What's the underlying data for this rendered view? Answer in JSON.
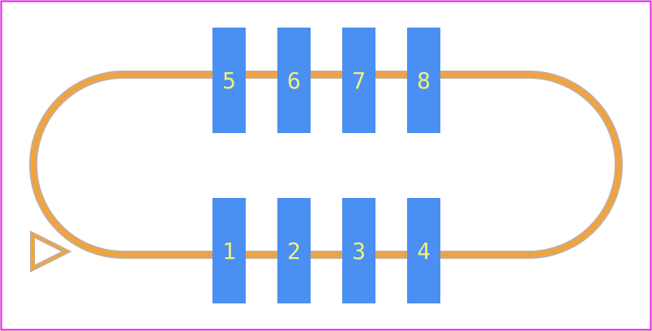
{
  "colors": {
    "background": "#ffffff",
    "board_outline": "#e020e0",
    "silkscreen": "#f5a331",
    "courtyard": "#c8ab94",
    "pad_fill": "#4a8ff2",
    "pad_text": "#f2f07a"
  },
  "footprint": {
    "pin1_marker_icon": "triangle-pin1-marker",
    "pads": [
      {
        "number": "1",
        "row": "bottom",
        "column": 0
      },
      {
        "number": "2",
        "row": "bottom",
        "column": 1
      },
      {
        "number": "3",
        "row": "bottom",
        "column": 2
      },
      {
        "number": "4",
        "row": "bottom",
        "column": 3
      },
      {
        "number": "5",
        "row": "top",
        "column": 0
      },
      {
        "number": "6",
        "row": "top",
        "column": 1
      },
      {
        "number": "7",
        "row": "top",
        "column": 2
      },
      {
        "number": "8",
        "row": "top",
        "column": 3
      }
    ]
  }
}
